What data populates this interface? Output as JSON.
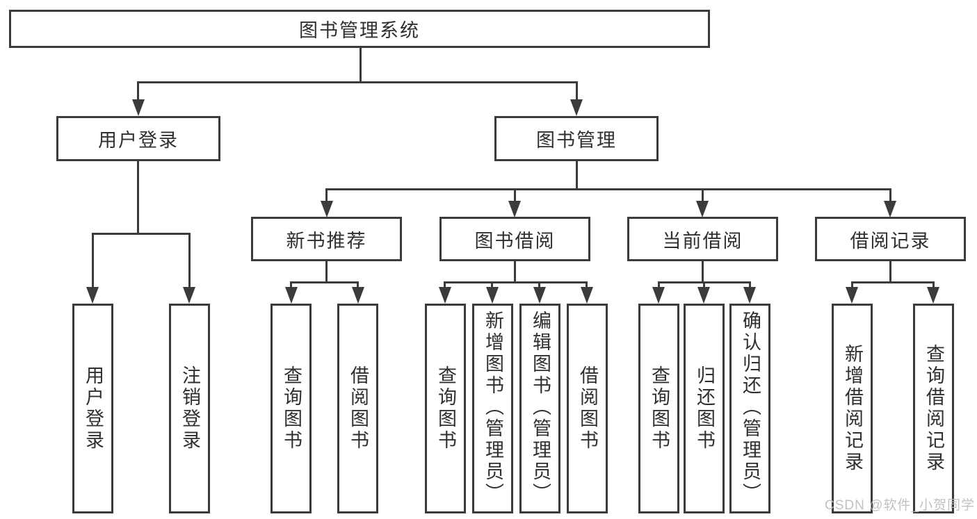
{
  "root": {
    "label": "图书管理系统"
  },
  "branches": [
    {
      "label": "用户登录",
      "children": [
        {
          "label": "用户登录"
        },
        {
          "label": "注销登录"
        }
      ]
    },
    {
      "label": "图书管理",
      "children": [
        {
          "label": "新书推荐",
          "children": [
            {
              "label": "查询图书"
            },
            {
              "label": "借阅图书"
            }
          ]
        },
        {
          "label": "图书借阅",
          "children": [
            {
              "label": "查询图书"
            },
            {
              "label": "新增图书（管理员）"
            },
            {
              "label": "编辑图书（管理员）"
            },
            {
              "label": "借阅图书"
            }
          ]
        },
        {
          "label": "当前借阅",
          "children": [
            {
              "label": "查询图书"
            },
            {
              "label": "归还图书"
            },
            {
              "label": "确认归还（管理员）"
            }
          ]
        },
        {
          "label": "借阅记录",
          "children": [
            {
              "label": "新增借阅记录"
            },
            {
              "label": "查询借阅记录"
            }
          ]
        }
      ]
    }
  ],
  "watermark": "CSDN @软件_小贺同学",
  "colors": {
    "line": "#3b3b3b",
    "text": "#2f2f2f",
    "background": "#ffffff",
    "watermark": "#bcbcbc"
  }
}
